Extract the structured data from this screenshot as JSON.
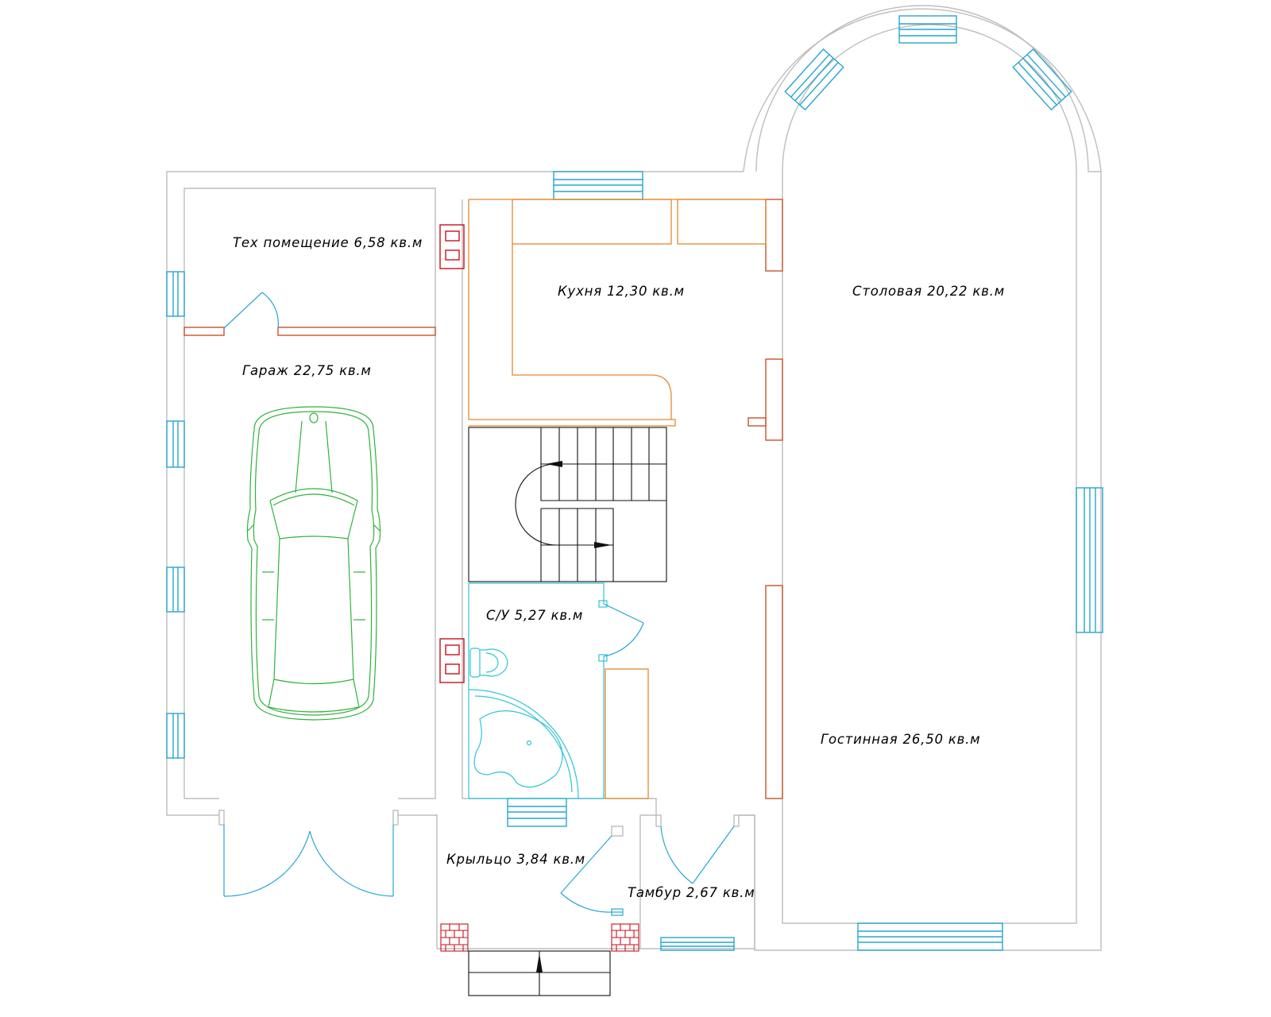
{
  "rooms": {
    "tech": "Тех помещение 6,58 кв.м",
    "kitchen": "Кухня 12,30 кв.м",
    "dining": "Столовая 20,22 кв.м",
    "garage": "Гараж 22,75 кв.м",
    "wc": "С/У 5,27 кв.м",
    "living": "Гостинная 26,50 кв.м",
    "porch": "Крыльцо 3,84 кв.м",
    "vestibule": "Тамбур 2,67 кв.м"
  },
  "colors": {
    "walls": "#bdbdbd",
    "windows": "#27a6d0",
    "partitions": "#c8532c",
    "kitchen_furniture": "#e08a2e",
    "vents": "#c8101c",
    "stairs": "#111111",
    "car": "#2fb23c",
    "plumbing": "#2fc4d8"
  }
}
